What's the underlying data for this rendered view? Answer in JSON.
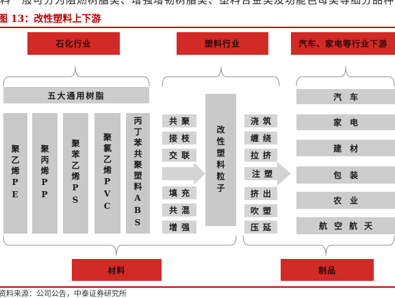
{
  "intro_line": "料一般可分为阻燃树脂类、增强增韧树脂类、塑料合金类及功能色母类等细分品种",
  "figure_title": "图 13：改性塑料上下游",
  "upstream_labels": {
    "petrochemical": "石化行业",
    "plastics": "塑料行业",
    "downstream": "汽车、家电等行业下游"
  },
  "resins": {
    "title": "五大通用树脂",
    "items": [
      "聚乙烯PE",
      "聚丙烯PP",
      "聚苯乙烯PS",
      "聚氯乙烯PVC",
      "丙丁苯共聚塑料ABS"
    ]
  },
  "modification_methods": [
    "共聚",
    "接枝",
    "交联",
    "填充",
    "共混",
    "增强"
  ],
  "modified_pellets": "改性塑料粒子",
  "processing_methods": [
    "浇筑",
    "缠绕",
    "拉挤",
    "注塑",
    "挤出",
    "吹塑",
    "压延"
  ],
  "products": [
    "汽车",
    "家电",
    "建材",
    "包装",
    "农业",
    "航空航天"
  ],
  "bottom_labels": {
    "materials": "材料",
    "products": "制品"
  },
  "source": "资料来源：公司公告，中泰证券研究所",
  "colors": {
    "accent_red": "#d22a26",
    "title_red": "#c00000",
    "box_gray": "#cdcdcd",
    "brace_gray": "#8f8f8f"
  }
}
